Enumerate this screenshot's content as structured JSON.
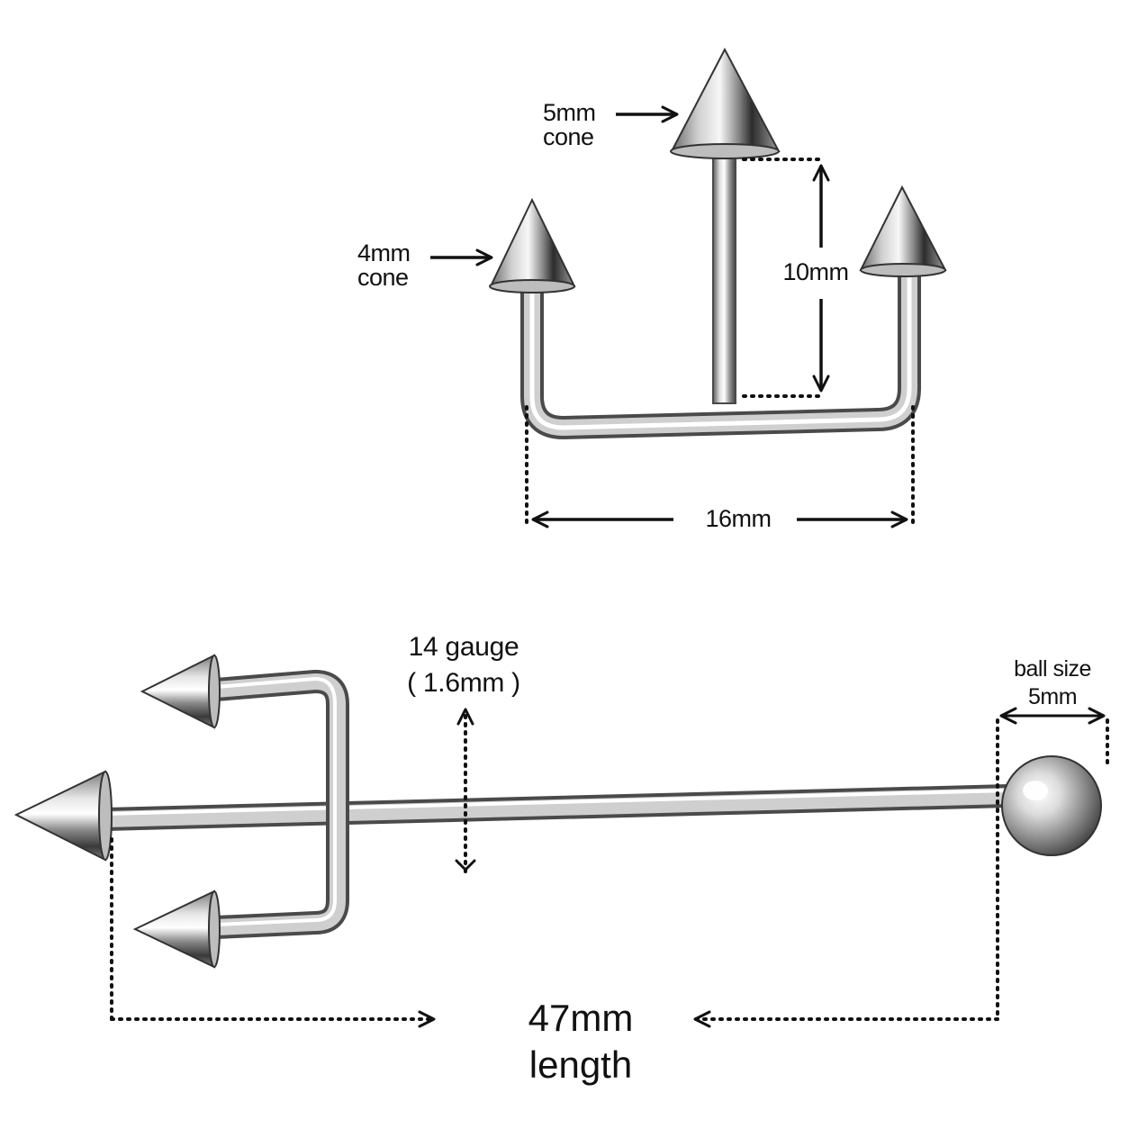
{
  "colors": {
    "metal_light": "#f4f4f4",
    "metal_mid": "#b9b9b9",
    "metal_dark": "#4a4a4a",
    "outline": "#333333",
    "annotation": "#111111",
    "background": "#ffffff"
  },
  "top_view": {
    "large_cone": {
      "line1": "5mm",
      "line2": "cone"
    },
    "small_cone": {
      "line1": "4mm",
      "line2": "cone"
    },
    "height": "10mm",
    "width": "16mm"
  },
  "bottom_view": {
    "gauge": {
      "line1": "14 gauge",
      "line2": "( 1.6mm )"
    },
    "ball": {
      "line1": "ball size",
      "line2": "5mm"
    },
    "length": {
      "line1": "47mm",
      "line2": "length"
    }
  }
}
